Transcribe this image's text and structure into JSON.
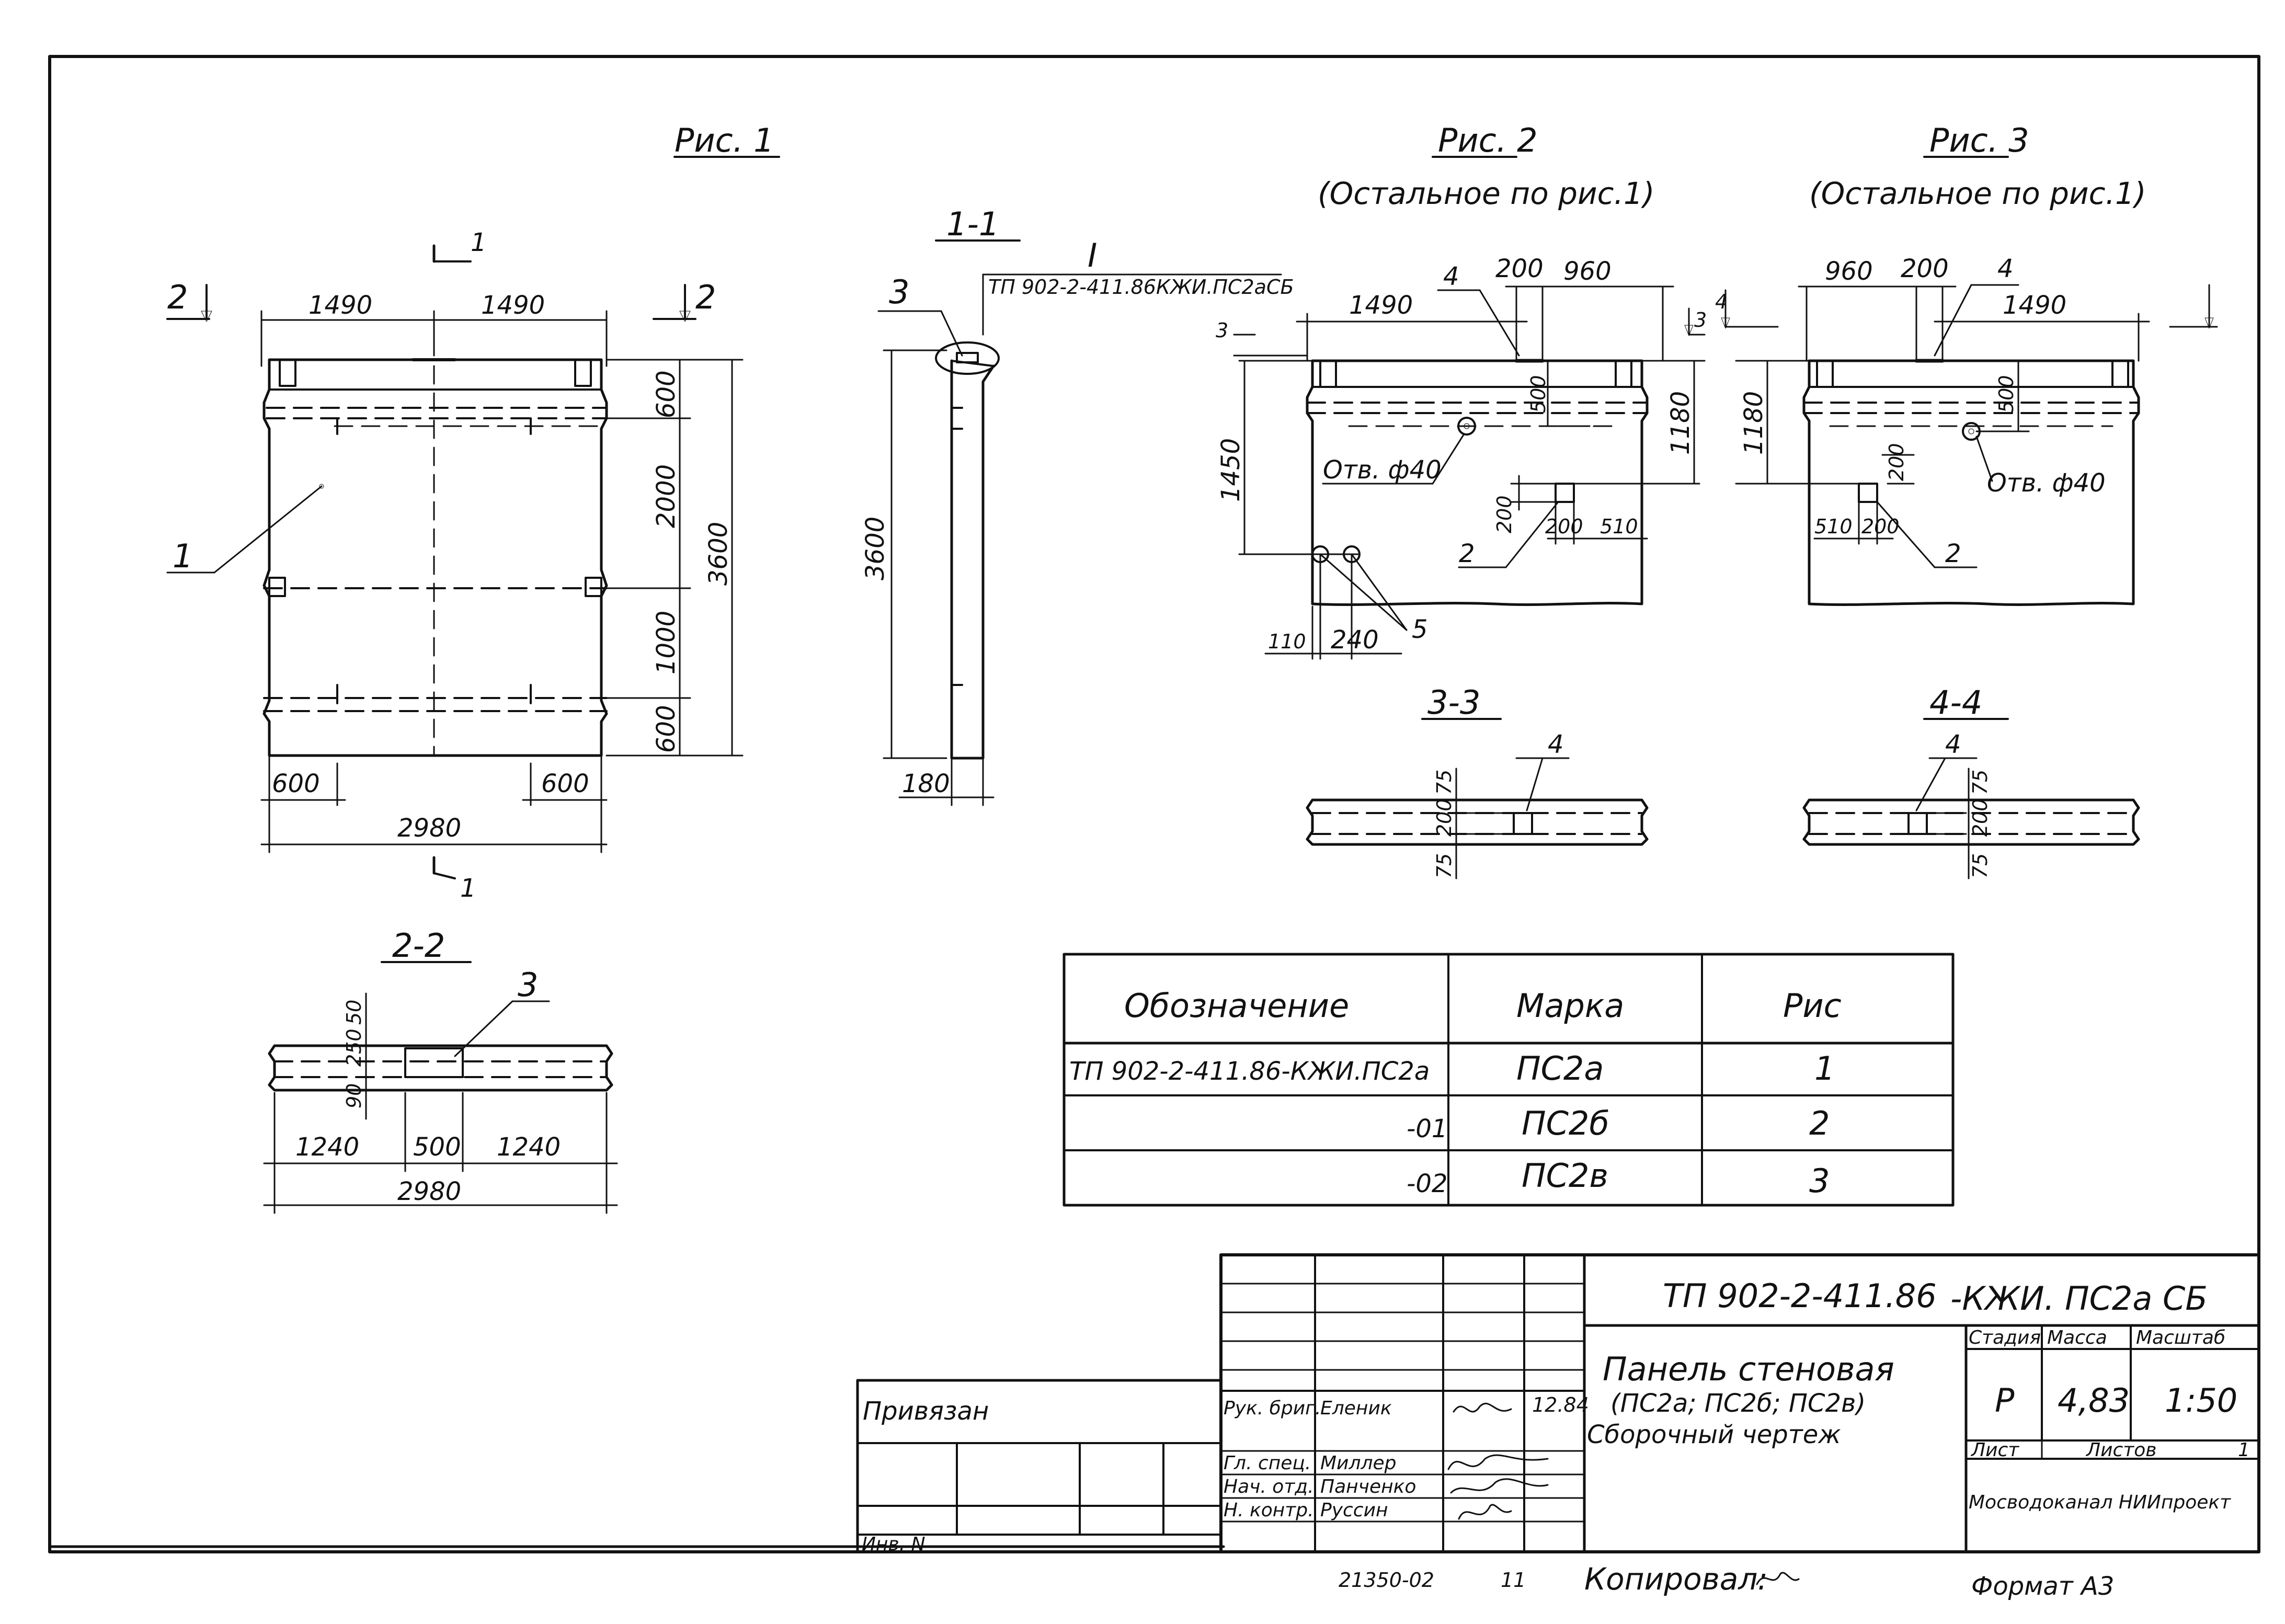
{
  "figures": {
    "fig1": {
      "title": "Рис. 1",
      "section_mark_1": "1",
      "section_mark_2": "2",
      "dims": {
        "half_left": "1490",
        "half_right": "1490",
        "top_600": "600",
        "mid_2000": "2000",
        "total_3600": "3600",
        "lower_1000": "1000",
        "bottom_600": "600",
        "bottom_left_600": "600",
        "bottom_right_600": "600",
        "width_2980": "2980"
      },
      "callout": "1"
    },
    "sec_1_1": {
      "title": "1-1",
      "callout_I": "I",
      "callout_ref": "ТП 902-2-411.86КЖИ.ПС2аСБ",
      "callout_3": "3",
      "dim_height": "3600",
      "dim_thickness": "180"
    },
    "sec_2_2": {
      "title": "2-2",
      "callout": "3",
      "dim_50": "50",
      "dim_250": "250",
      "dim_90": "90",
      "dim_left": "1240",
      "dim_mid": "500",
      "dim_right": "1240",
      "dim_total": "2980"
    },
    "fig2": {
      "title": "Рис. 2",
      "subtitle": "(Остальное по рис.1)",
      "dims": {
        "w1490": "1490",
        "w200": "200",
        "w960": "960",
        "h3": "3",
        "h1450": "1450",
        "h500": "500",
        "h1180": "1180",
        "h200": "200",
        "w200b": "200",
        "w510": "510",
        "w110": "110",
        "w240": "240"
      },
      "hole_label": "Отв. ф40",
      "callouts": [
        "4",
        "2",
        "5"
      ],
      "section_mark": "3"
    },
    "fig3": {
      "title": "Рис. 3",
      "subtitle": "(Остальное по рис.1)",
      "dims": {
        "w960": "960",
        "w200": "200",
        "w1490": "1490",
        "h1180": "1180",
        "h500": "500",
        "h200": "200",
        "w510": "510",
        "w200b": "200"
      },
      "hole_label": "Отв. ф40",
      "callouts": [
        "4",
        "2"
      ],
      "section_mark": "4"
    },
    "sec_3_3": {
      "title": "3-3",
      "callout": "4",
      "d75": "75",
      "d200": "200",
      "d75b": "75"
    },
    "sec_4_4": {
      "title": "4-4",
      "callout": "4",
      "d75": "75",
      "d200": "200",
      "d75b": "75"
    }
  },
  "spec_table": {
    "headers": [
      "Обозначение",
      "Марка",
      "Рис"
    ],
    "rows": [
      {
        "designation": "ТП 902-2-411.86-КЖИ.ПС2а",
        "mark": "ПС2а",
        "fig": "1"
      },
      {
        "designation": "-01",
        "mark": "ПС2б",
        "fig": "2"
      },
      {
        "designation": "-02",
        "mark": "ПС2в",
        "fig": "3"
      }
    ]
  },
  "title_block": {
    "attached_label": "Привязан",
    "inv_label": "Инв. N",
    "code": "ТП 902-2-411.86",
    "code_suffix": "-КЖИ. ПС2а СБ",
    "name_line1": "Панель стеновая",
    "name_line2": "(ПС2а; ПС2б; ПС2в)",
    "name_line3": "Сборочный чертеж",
    "stage_header": "Стадия",
    "mass_header": "Масса",
    "scale_header": "Масштаб",
    "stage": "Р",
    "mass": "4,83",
    "scale": "1:50",
    "sheet_label": "Лист",
    "sheets_label": "Листов",
    "sheets": "1",
    "org": "Мосводоканал НИИпроект",
    "signers": [
      {
        "role": "Рук. бриг.",
        "name": "Еленик",
        "date": "12.84"
      },
      {
        "role": "Гл. спец.",
        "name": "Миллер",
        "date": ""
      },
      {
        "role": "Нач. отд.",
        "name": "Панченко",
        "date": ""
      },
      {
        "role": "Н. контр.",
        "name": "Руссин",
        "date": ""
      }
    ]
  },
  "footer": {
    "number": "21350-02",
    "page": "11",
    "copied": "Копировал:",
    "format": "Формат А3"
  }
}
